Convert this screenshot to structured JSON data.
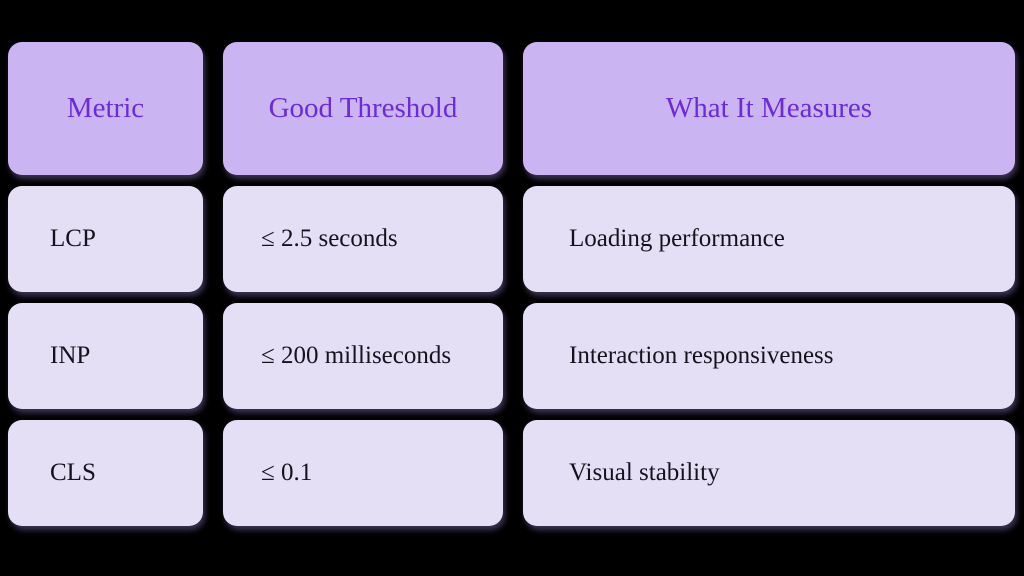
{
  "colors": {
    "background": "#000000",
    "header_fill": "#cbb4f2",
    "header_text": "#6c2bd9",
    "row_fill": "#e5dff6",
    "row_text": "#16121c"
  },
  "table": {
    "columns": [
      {
        "key": "metric",
        "header": "Metric"
      },
      {
        "key": "threshold",
        "header": "Good Threshold"
      },
      {
        "key": "measures",
        "header": "What It Measures"
      }
    ],
    "rows": [
      {
        "metric": "LCP",
        "threshold": "≤ 2.5 seconds",
        "measures": "Loading performance"
      },
      {
        "metric": "INP",
        "threshold": "≤ 200 milliseconds",
        "measures": "Interaction responsiveness"
      },
      {
        "metric": "CLS",
        "threshold": "≤ 0.1",
        "measures": "Visual stability"
      }
    ]
  },
  "chart_data": {
    "type": "table",
    "title": "",
    "columns": [
      "Metric",
      "Good Threshold",
      "What It Measures"
    ],
    "rows": [
      [
        "LCP",
        "≤ 2.5 seconds",
        "Loading performance"
      ],
      [
        "INP",
        "≤ 200 milliseconds",
        "Interaction responsiveness"
      ],
      [
        "CLS",
        "≤ 0.1",
        "Visual stability"
      ]
    ]
  }
}
